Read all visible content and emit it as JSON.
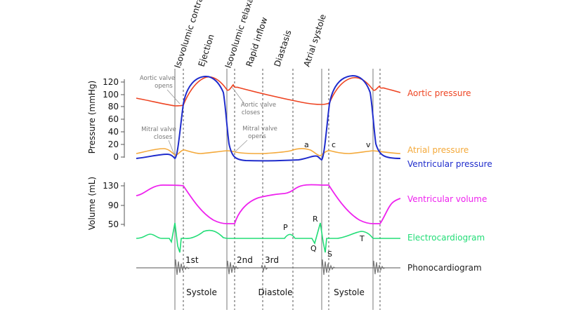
{
  "colors": {
    "aortic": "#ee4422",
    "atrial": "#f4a93a",
    "ventricular": "#1f2ccc",
    "volume": "#ee22ee",
    "ecg": "#22dd77",
    "phono": "#777777",
    "note": "#777777"
  },
  "phases": {
    "isovolumic_contraction": "Isovolumic contraction",
    "ejection": "Ejection",
    "isovolumic_relaxation": "Isovolumic relaxation",
    "rapid_inflow": "Rapid inflow",
    "diastasis": "Diastasis",
    "atrial_systole": "Atrial systole"
  },
  "pressure_axis": {
    "title": "Pressure (mmHg)",
    "ticks": [
      "120",
      "100",
      "80",
      "60",
      "40",
      "20",
      "0"
    ]
  },
  "volume_axis": {
    "title": "Volume (mL)",
    "ticks": [
      "130",
      "90",
      "50"
    ]
  },
  "valve_notes": {
    "aortic_opens_1": "Aortic valve",
    "aortic_opens_2": "opens",
    "aortic_closes_1": "Aortic valve",
    "aortic_closes_2": "closes",
    "mitral_closes_1": "Mitral valve",
    "mitral_closes_2": "closes",
    "mitral_opens_1": "Mitral valve",
    "mitral_opens_2": "opens"
  },
  "wave_labels": {
    "a": "a",
    "c": "c",
    "v": "v",
    "P": "P",
    "Q": "Q",
    "R": "R",
    "S": "S",
    "T": "T"
  },
  "heart_sounds": {
    "first": "1st",
    "second": "2nd",
    "third": "3rd"
  },
  "legend": {
    "aortic": "Aortic pressure",
    "atrial": "Atrial pressure",
    "ventricular": "Ventricular pressure",
    "volume": "Ventricular volume",
    "ecg": "Electrocardiogram",
    "phono": "Phonocardiogram"
  },
  "periods": {
    "systole_1": "Systole",
    "diastole": "Diastole",
    "systole_2": "Systole"
  }
}
